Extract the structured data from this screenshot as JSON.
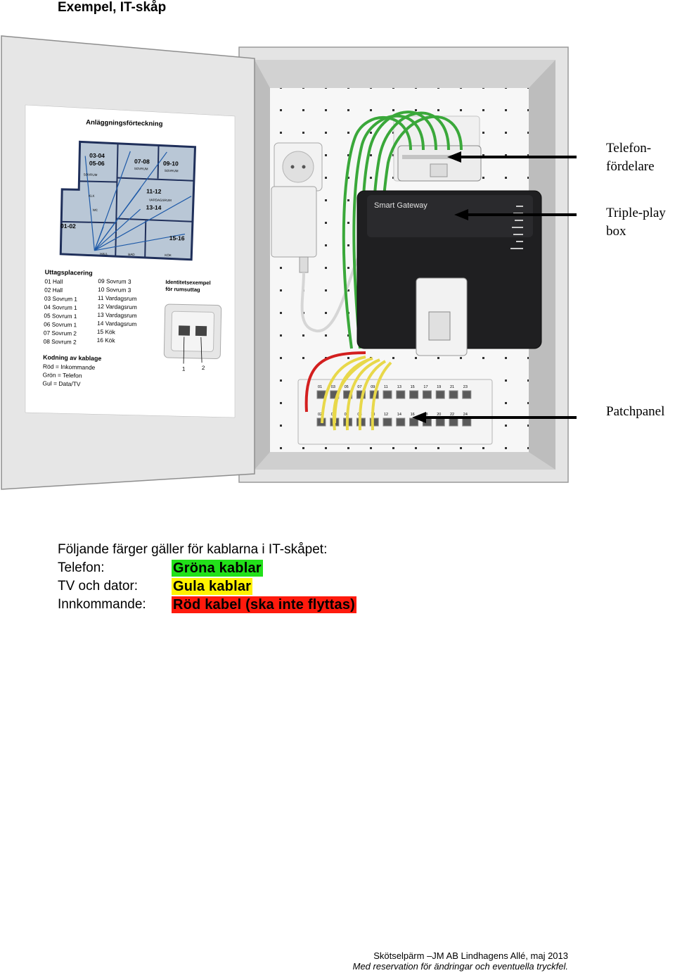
{
  "header": {
    "title": "Exempel, IT-skåp"
  },
  "figure": {
    "callouts": [
      "Telefon-",
      "fördelare",
      "Triple-play",
      "box",
      "Patchpanel"
    ],
    "gateway_label": "Smart Gateway",
    "door_sheet": {
      "title": "Anläggningsförteckning",
      "rooms": [
        "03-04",
        "05-06",
        "07-08",
        "09-10",
        "11-12",
        "13-14",
        "01-02",
        "15-16"
      ],
      "room_small": [
        "SOVRUM",
        "SOVRUM",
        "SOVRUM",
        "VARDAGSRUM",
        "KLK",
        "WC",
        "HALL",
        "BAD",
        "KÖK"
      ],
      "outlets_title": "Uttagsplacering",
      "outlets_left": [
        "01 Hall",
        "02 Hall",
        "03 Sovrum 1",
        "04 Sovrum 1",
        "05 Sovrum 1",
        "06 Sovrum 1",
        "07 Sovrum 2",
        "08 Sovrum 2"
      ],
      "outlets_right": [
        "09 Sovrum 3",
        "10 Sovrum 3",
        "11 Vardagsrum",
        "12 Vardagsrum",
        "13 Vardagsrum",
        "14 Vardagsrum",
        "15 Kök",
        "16 Kök"
      ],
      "id_title_1": "Identitetsexempel",
      "id_title_2": "för rumsuttag",
      "socket_numbers": [
        "1",
        "2"
      ],
      "coding_title": "Kodning av kablage",
      "coding_lines": [
        "Röd = Inkommande",
        "Grön = Telefon",
        "Gul = Data/TV"
      ]
    },
    "patch_top": [
      "01",
      "03",
      "05",
      "07",
      "09",
      "11",
      "13",
      "15",
      "17",
      "19",
      "21",
      "23"
    ],
    "patch_bottom": [
      "02",
      "04",
      "06",
      "08",
      "10",
      "12",
      "14",
      "16",
      "18",
      "20",
      "22",
      "24"
    ]
  },
  "legend": {
    "intro": "Följande färger gäller för kablarna i IT-skåpet:",
    "rows": [
      {
        "key": "Telefon:",
        "value": "Gröna kablar"
      },
      {
        "key": "TV och dator:",
        "value": "Gula kablar"
      },
      {
        "key": "Innkommande:",
        "value": "Röd kabel (ska inte flyttas)"
      }
    ]
  },
  "footer": {
    "line1": "Skötselpärm –JM AB Lindhagens Allé, maj 2013",
    "line2": "Med reservation för ändringar och eventuella tryckfel."
  },
  "colors": {
    "green": "#22e01a",
    "yellow": "#fff200",
    "red": "#ff1a0d",
    "cable_green": "#3aa83a",
    "cable_yellow": "#e8d84a",
    "cable_red": "#d31f1f"
  }
}
